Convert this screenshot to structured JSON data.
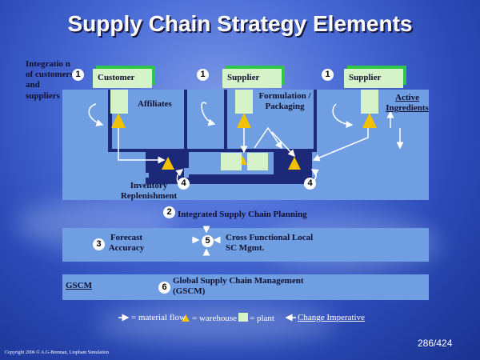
{
  "title": "Supply Chain Strategy Elements",
  "labels": {
    "integration": "Integratio n of customers and suppliers",
    "customer": "Customer",
    "affiliates": "Affiliates",
    "supplier_1": "Supplier",
    "formulation": "Formulation / Packaging",
    "supplier_2": "Supplier",
    "active_ingredients": "Active Ingredients",
    "inventory": "Inventory Replenishment",
    "integrated_planning": "Integrated Supply Chain Planning",
    "forecast": "Forecast Accuracy",
    "cross_functional": "Cross Functional Local SC Mgmt.",
    "gscm_short": "GSCM",
    "global_scm": "Global Supply Chain Management (GSCM)"
  },
  "numbers": {
    "n1a": "1",
    "n1b": "1",
    "n1c": "1",
    "n2": "2",
    "n3": "3",
    "n4a": "4",
    "n4b": "4",
    "n5": "5",
    "n6": "6"
  },
  "legend": {
    "material_flow": "= material flow",
    "warehouse": "= warehouse",
    "plant": "= plant",
    "change": "Change Imperative"
  },
  "footer": "Copyright 2006 © A.G-Brennan, Liophant Simulation",
  "page_number": "286/424",
  "colors": {
    "panel": "#6f9fe2",
    "box_border": "#2fc64a",
    "box_fill": "#d6f2c8",
    "warehouse": "#f2c200",
    "dark_band": "#1c2878"
  }
}
